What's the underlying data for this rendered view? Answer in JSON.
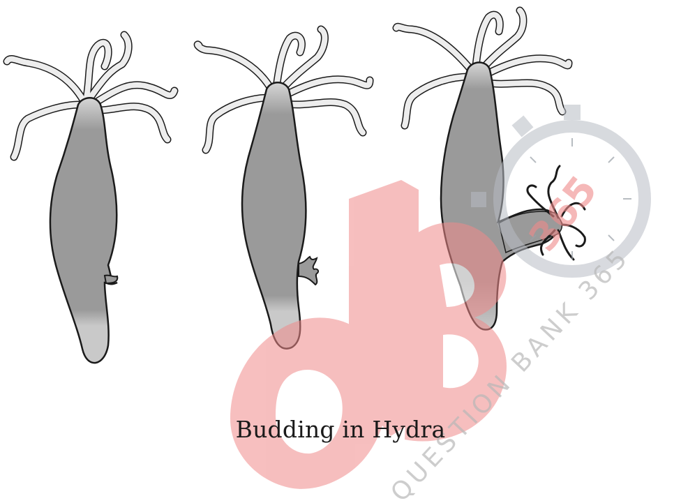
{
  "figure": {
    "caption": "Budding in Hydra",
    "stages": [
      "hydra-adult",
      "hydra-with-early-bud",
      "hydra-with-mature-bud"
    ]
  },
  "watermark": {
    "logo_letters": "QB",
    "logo_number": "365",
    "arc_text": "QUESTION BANK 365",
    "colors": {
      "logo_red": "#f08a8a",
      "clock_grey": "#b8bcc4"
    }
  },
  "colors": {
    "body_fill": "#9a9a9a",
    "body_light": "#cfcfcf",
    "outline": "#1a1a1a",
    "tentacle": "#ededed"
  }
}
